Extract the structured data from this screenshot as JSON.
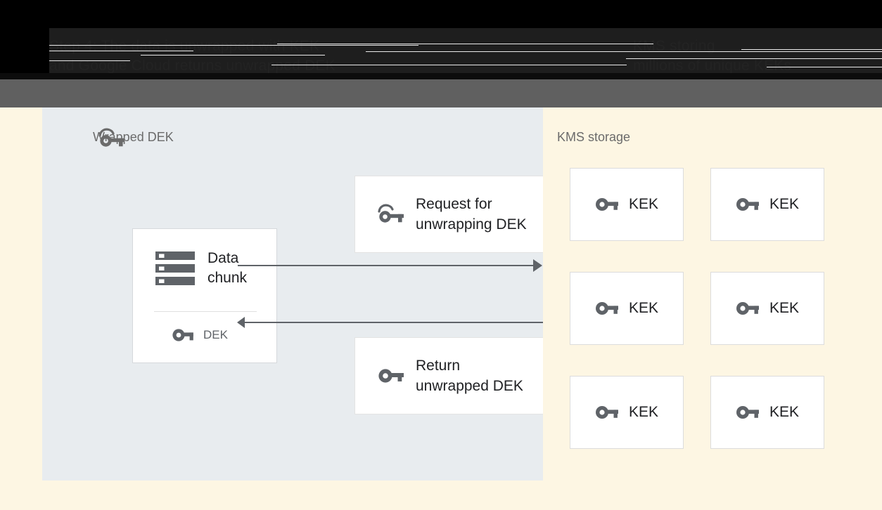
{
  "header": {
    "left_text": "Step 4: The data is unwrapped with KEK\nand Google Cloud returns unwrapped DEK",
    "right_text": "KMS storing\nmillions of unique KEKs"
  },
  "left_panel": {
    "title": "Wrapped DEK",
    "title_icon": "wrapped-key-icon",
    "data_chunk": {
      "label": "Data\nchunk",
      "icon": "data-chunk-icon",
      "dek_label": "DEK",
      "dek_icon": "key-icon"
    },
    "messages": [
      {
        "id": "request",
        "label": "Request for\nunwrapping DEK",
        "icon": "wrapped-key-icon"
      },
      {
        "id": "return",
        "label": "Return\nunwrapped DEK",
        "icon": "key-icon"
      }
    ],
    "arrows": [
      {
        "id": "request-arrow",
        "direction": "right"
      },
      {
        "id": "return-arrow",
        "direction": "left"
      }
    ]
  },
  "right_panel": {
    "title": "KMS storage",
    "keks": [
      {
        "label": "KEK",
        "icon": "key-icon"
      },
      {
        "label": "KEK",
        "icon": "key-icon"
      },
      {
        "label": "KEK",
        "icon": "key-icon"
      },
      {
        "label": "KEK",
        "icon": "key-icon"
      },
      {
        "label": "KEK",
        "icon": "key-icon"
      },
      {
        "label": "KEK",
        "icon": "key-icon"
      }
    ]
  },
  "colors": {
    "page_background": "#fdf6e3",
    "left_panel_background": "#e8ecef",
    "gray_bar": "#606060",
    "header_background": "#000000",
    "icon_gray": "#5f6368",
    "card_white": "#ffffff",
    "shadow_band": "#dcdcdc",
    "text_primary": "#202124",
    "text_muted": "#6b6b6b"
  }
}
